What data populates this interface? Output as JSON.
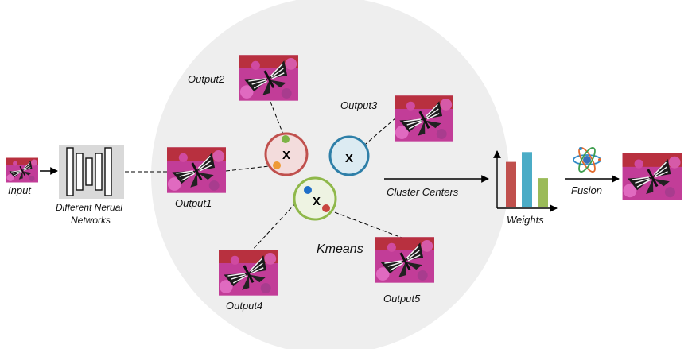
{
  "labels": {
    "input": "Input",
    "networks_line1": "Different Nerual",
    "networks_line2": "Networks",
    "output1": "Output1",
    "output2": "Output2",
    "output3": "Output3",
    "output4": "Output4",
    "output5": "Output5",
    "kmeans": "Kmeans",
    "cluster_centers": "Cluster Centers",
    "weights": "Weights",
    "fusion": "Fusion"
  },
  "centroid_marker": "X",
  "colors": {
    "kmeans_region": "#eeeeee",
    "cluster_red": "#c0504d",
    "cluster_blue": "#2e7fa8",
    "cluster_green": "#8fb84a",
    "point_green": "#7db346",
    "point_orange": "#ee9a36",
    "point_blue": "#1e6ec8",
    "point_red": "#c8463e",
    "bar_red": "#c0504d",
    "bar_blue": "#4bacc6",
    "bar_green": "#9bbb59",
    "network_box": "#d9d9d9",
    "photo_pink": "#c23d98",
    "photo_red": "#b8303f"
  },
  "weights_chart": {
    "values": [
      0.7,
      0.85,
      0.45
    ]
  },
  "icons": {
    "fusion": "atom-icon",
    "image": "butterfly-image"
  }
}
